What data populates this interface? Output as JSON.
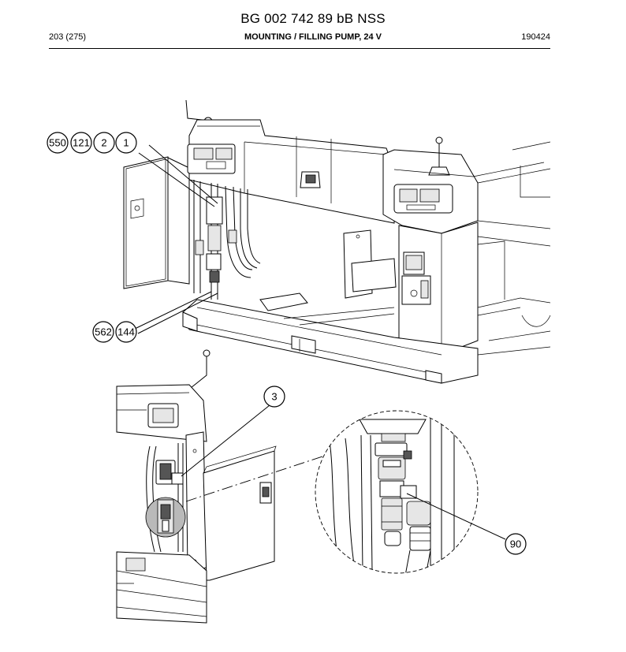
{
  "header": {
    "doc_title": "BG 002 742 89 bB NSS",
    "page_count": "203 (275)",
    "section_title": "MOUNTING / FILLING PUMP, 24 V",
    "date_code": "190424"
  },
  "callouts": {
    "c550": "550",
    "c121": "121",
    "c2": "2",
    "c1": "1",
    "c562": "562",
    "c144": "144",
    "c3": "3",
    "c90": "90"
  }
}
